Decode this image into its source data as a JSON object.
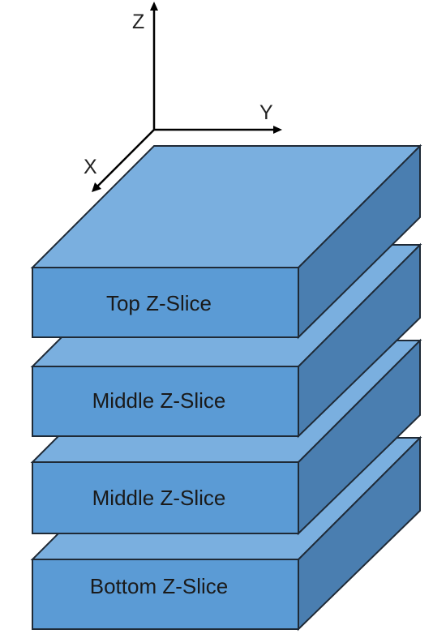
{
  "axes": {
    "z_label": "Z",
    "y_label": "Y",
    "x_label": "X",
    "color": "#000000"
  },
  "slices": [
    {
      "label": "Bottom Z-Slice"
    },
    {
      "label": "Middle Z-Slice"
    },
    {
      "label": "Middle Z-Slice"
    },
    {
      "label": "Top Z-Slice"
    }
  ],
  "colors": {
    "front_face": "#5b9bd5",
    "top_face": "#7aafdf",
    "side_face": "#4a7eb0",
    "outline": "#1f2a36"
  }
}
